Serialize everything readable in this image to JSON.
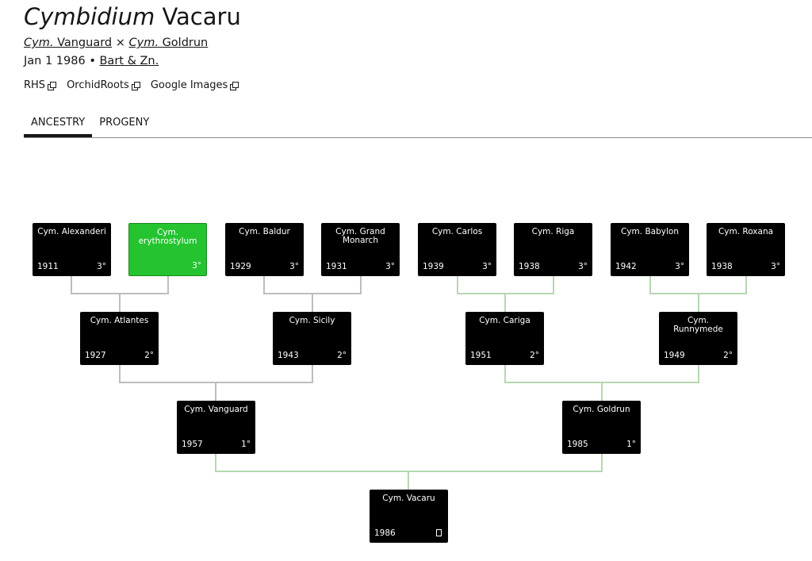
{
  "header": {
    "genus": "Cymbidium",
    "grex": "Vacaru",
    "seed_parent_abbr": "Cym.",
    "seed_parent": "Vanguard",
    "cross_symbol": "×",
    "pollen_parent_abbr": "Cym.",
    "pollen_parent": "Goldrun",
    "date": "Jan 1 1986",
    "separator": "•",
    "registrant": "Bart & Zn."
  },
  "links": [
    {
      "label": "RHS",
      "icon": "external-link-icon"
    },
    {
      "label": "OrchidRoots",
      "icon": "external-link-icon"
    },
    {
      "label": "Google Images",
      "icon": "external-link-icon"
    }
  ],
  "tabs": [
    {
      "label": "ANCESTRY",
      "active": true
    },
    {
      "label": "PROGENY",
      "active": false
    }
  ],
  "colors": {
    "node_bg": "#000000",
    "node_highlight": "#24c430",
    "connector_gray": "#bdbdbd",
    "connector_green": "#b6d8b0"
  },
  "ancestry": {
    "root": {
      "name": "Cym. Vacaru",
      "year": "1986",
      "gen_icon": "document-icon"
    },
    "generation_1": [
      {
        "name": "Cym. Vanguard",
        "year": "1957",
        "gen": "1°"
      },
      {
        "name": "Cym. Goldrun",
        "year": "1985",
        "gen": "1°"
      }
    ],
    "generation_2": [
      {
        "name": "Cym. Atlantes",
        "year": "1927",
        "gen": "2°"
      },
      {
        "name": "Cym. Sicily",
        "year": "1943",
        "gen": "2°"
      },
      {
        "name": "Cym. Cariga",
        "year": "1951",
        "gen": "2°"
      },
      {
        "name": "Cym. Runnymede",
        "year": "1949",
        "gen": "2°"
      }
    ],
    "generation_3": [
      {
        "name": "Cym. Alexanderi",
        "year": "1911",
        "gen": "3°",
        "highlight": false
      },
      {
        "name": "Cym. erythrostylum",
        "year": "",
        "gen": "3°",
        "highlight": true
      },
      {
        "name": "Cym. Baldur",
        "year": "1929",
        "gen": "3°",
        "highlight": false
      },
      {
        "name": "Cym. Grand Monarch",
        "year": "1931",
        "gen": "3°",
        "highlight": false
      },
      {
        "name": "Cym. Carlos",
        "year": "1939",
        "gen": "3°",
        "highlight": false
      },
      {
        "name": "Cym. Riga",
        "year": "1938",
        "gen": "3°",
        "highlight": false
      },
      {
        "name": "Cym. Babylon",
        "year": "1942",
        "gen": "3°",
        "highlight": false
      },
      {
        "name": "Cym. Roxana",
        "year": "1938",
        "gen": "3°",
        "highlight": false
      }
    ]
  }
}
